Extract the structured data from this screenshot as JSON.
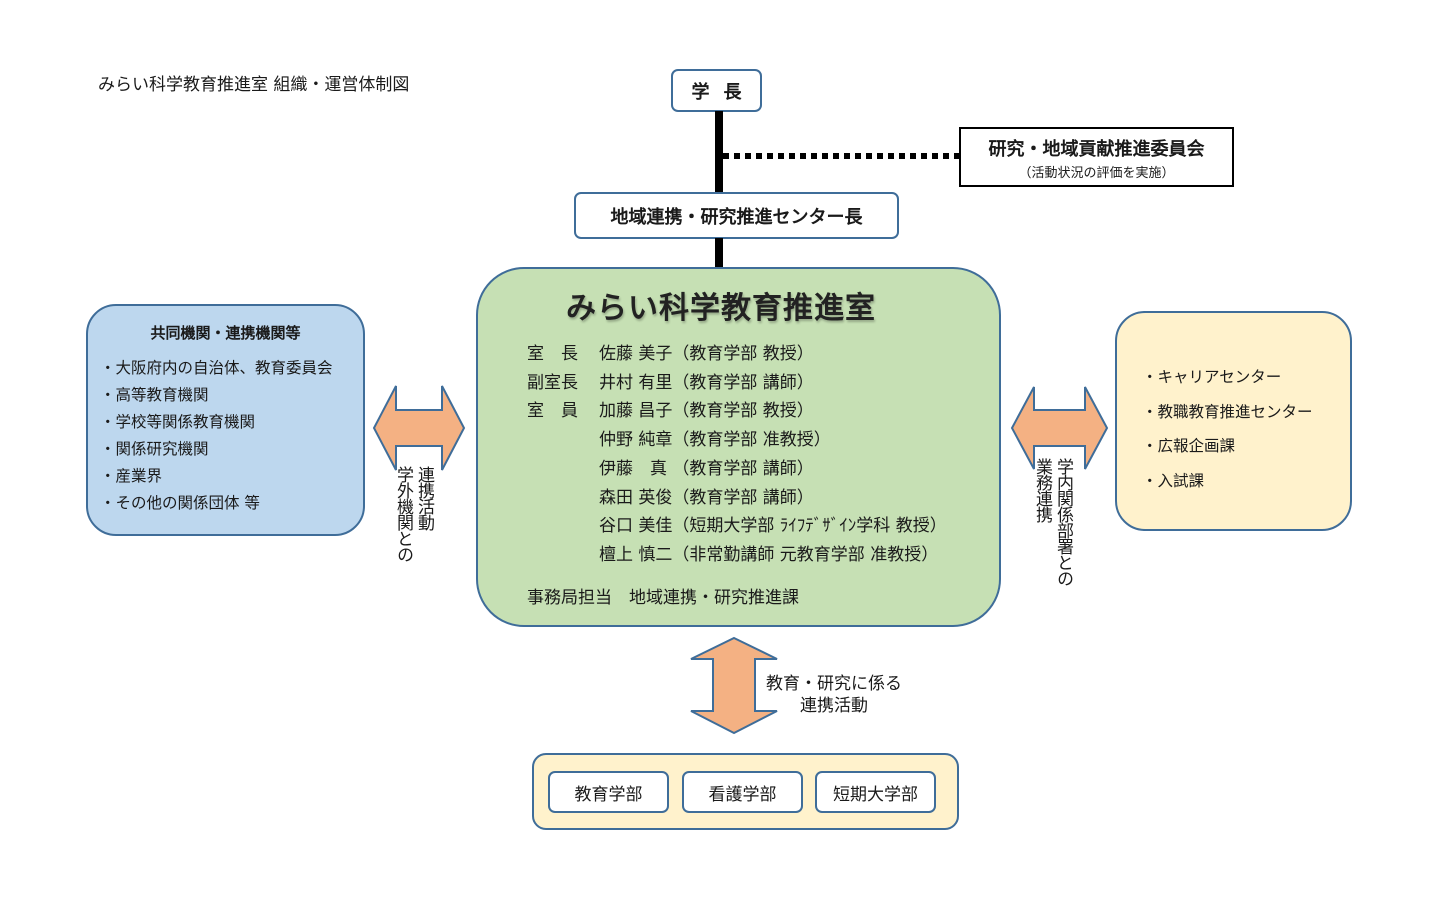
{
  "page_title": "みらい科学教育推進室 組織・運営体制図",
  "nodes": {
    "president": "学長",
    "center_head": "地域連携・研究推進センター長",
    "committee": {
      "name": "研究・地域貢献推進委員会",
      "note": "（活動状況の評価を実施）"
    },
    "main_office": {
      "title": "みらい科学教育推進室",
      "members": [
        {
          "role": "室　長",
          "name": "佐藤 美子（教育学部 教授）"
        },
        {
          "role": "副室長",
          "name": "井村 有里（教育学部 講師）"
        },
        {
          "role": "室　員",
          "name": "加藤 昌子（教育学部 教授）"
        },
        {
          "role": "",
          "name": "仲野 純章（教育学部 准教授）"
        },
        {
          "role": "",
          "name": "伊藤　真 （教育学部 講師）"
        },
        {
          "role": "",
          "name": "森田 英俊（教育学部 講師）"
        },
        {
          "role": "",
          "name": "谷口 美佳（短期大学部 ﾗｲﾌﾃﾞｻﾞｲﾝ学科 教授）"
        },
        {
          "role": "",
          "name": "檀上 慎二（非常勤講師 元教育学部 准教授）"
        }
      ],
      "secretariat": "事務局担当　地域連携・研究推進課"
    },
    "partners": {
      "title": "共同機関・連携機関等",
      "items": [
        "・大阪府内の自治体、教育委員会",
        "・高等教育機関",
        "・学校等関係教育機関",
        "・関係研究機関",
        "・産業界",
        "・その他の関係団体 等"
      ]
    },
    "internal": {
      "items": [
        "・キャリアセンター",
        "・教職教育推進センター",
        "・広報企画課",
        "・入試課"
      ]
    },
    "faculties": [
      "教育学部",
      "看護学部",
      "短期大学部"
    ]
  },
  "edges": {
    "external_label": "学外機関との連携活動",
    "external_label_lines": [
      "学外機関との",
      "連携活動"
    ],
    "internal_label_lines": [
      "学内関係部署との",
      "業務連携"
    ],
    "faculty_label_lines": [
      "教育・研究に係る",
      "連携活動"
    ]
  },
  "colors": {
    "border_blue": "#3f6d99",
    "main_green": "#c6e0b4",
    "partners_blue": "#bdd7ee",
    "internal_yellow": "#fff2cc",
    "arrow_orange": "#f4b183"
  }
}
